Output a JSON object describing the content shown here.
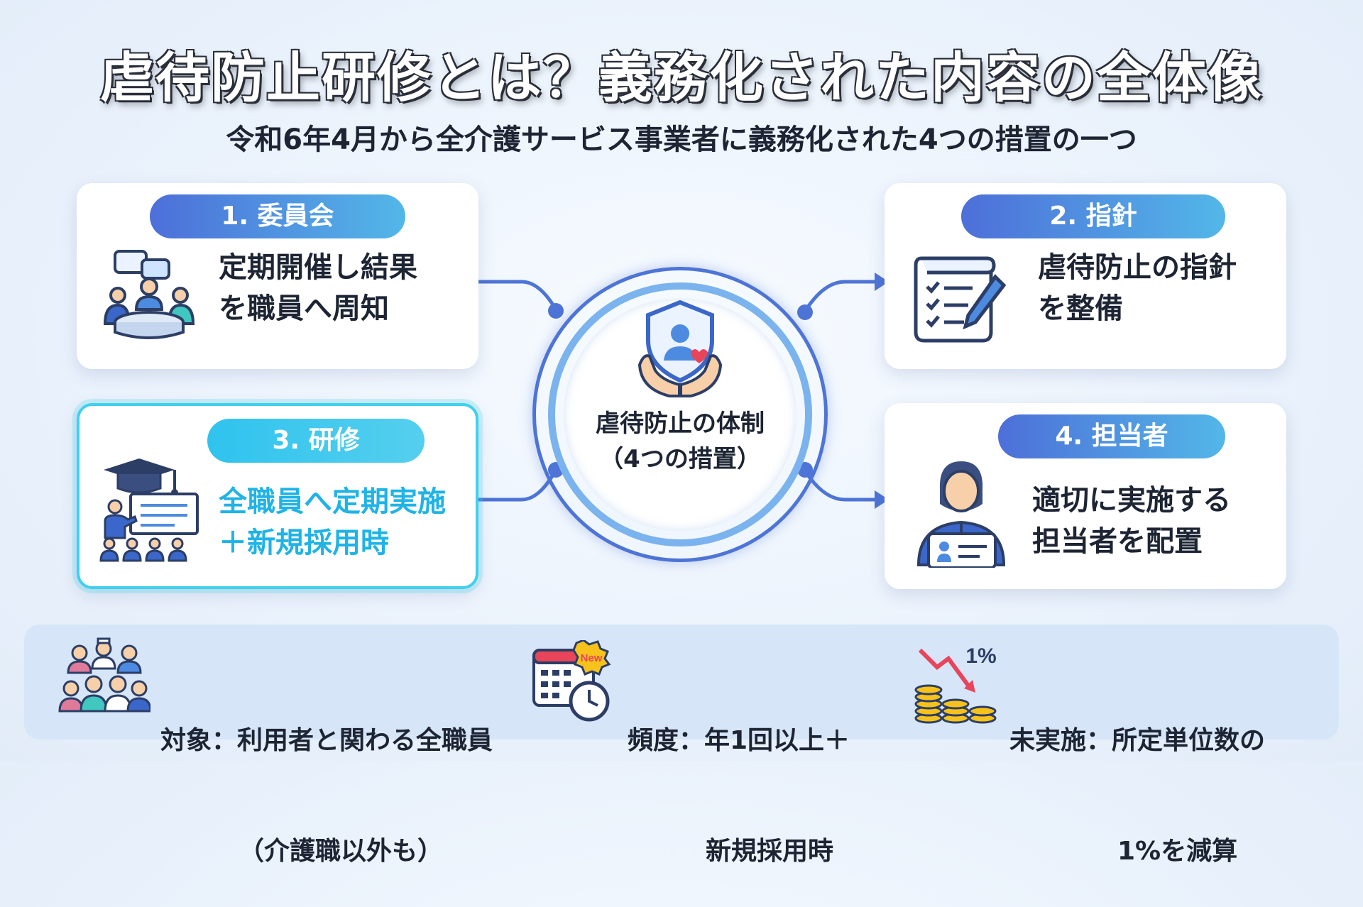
{
  "title": "虐待防止研修とは？義務化された内容の全体像",
  "subtitle": "令和6年4月から全介護サービス事業者に義務化された4つの措置の一つ",
  "hub": {
    "line1": "虐待防止の体制",
    "line2": "（4つの措置）",
    "icon": "shield-hands-icon"
  },
  "measures": [
    {
      "label": "1. 委員会",
      "line1": "定期開催し結果",
      "line2": "を職員へ周知",
      "icon": "meeting-icon"
    },
    {
      "label": "2. 指針",
      "line1": "虐待防止の指針",
      "line2": "を整備",
      "icon": "document-checklist-icon"
    },
    {
      "label": "3. 研修",
      "line1": "全職員へ定期実施",
      "line2": "＋新規採用時",
      "icon": "training-icon"
    },
    {
      "label": "4. 担当者",
      "line1": "適切に実施する",
      "line2": "担当者を配置",
      "icon": "staff-badge-icon"
    }
  ],
  "footer": [
    {
      "line1": "対象：利用者と関わる全職員",
      "line2": "（介護職以外も）",
      "icon": "staff-group-icon"
    },
    {
      "line1": "頻度：年1回以上＋",
      "line2": "新規採用時",
      "badge": "New",
      "icon": "calendar-clock-icon"
    },
    {
      "line1": "未実施：所定単位数の",
      "line2": "1%を減算",
      "badge": "1%",
      "icon": "coins-decline-icon"
    }
  ],
  "colors": {
    "primary_blue": "#4d6fd9",
    "accent_cyan": "#1fb3e6",
    "text_dark": "#1d2433",
    "footer_bg": "#d6e6f8"
  }
}
